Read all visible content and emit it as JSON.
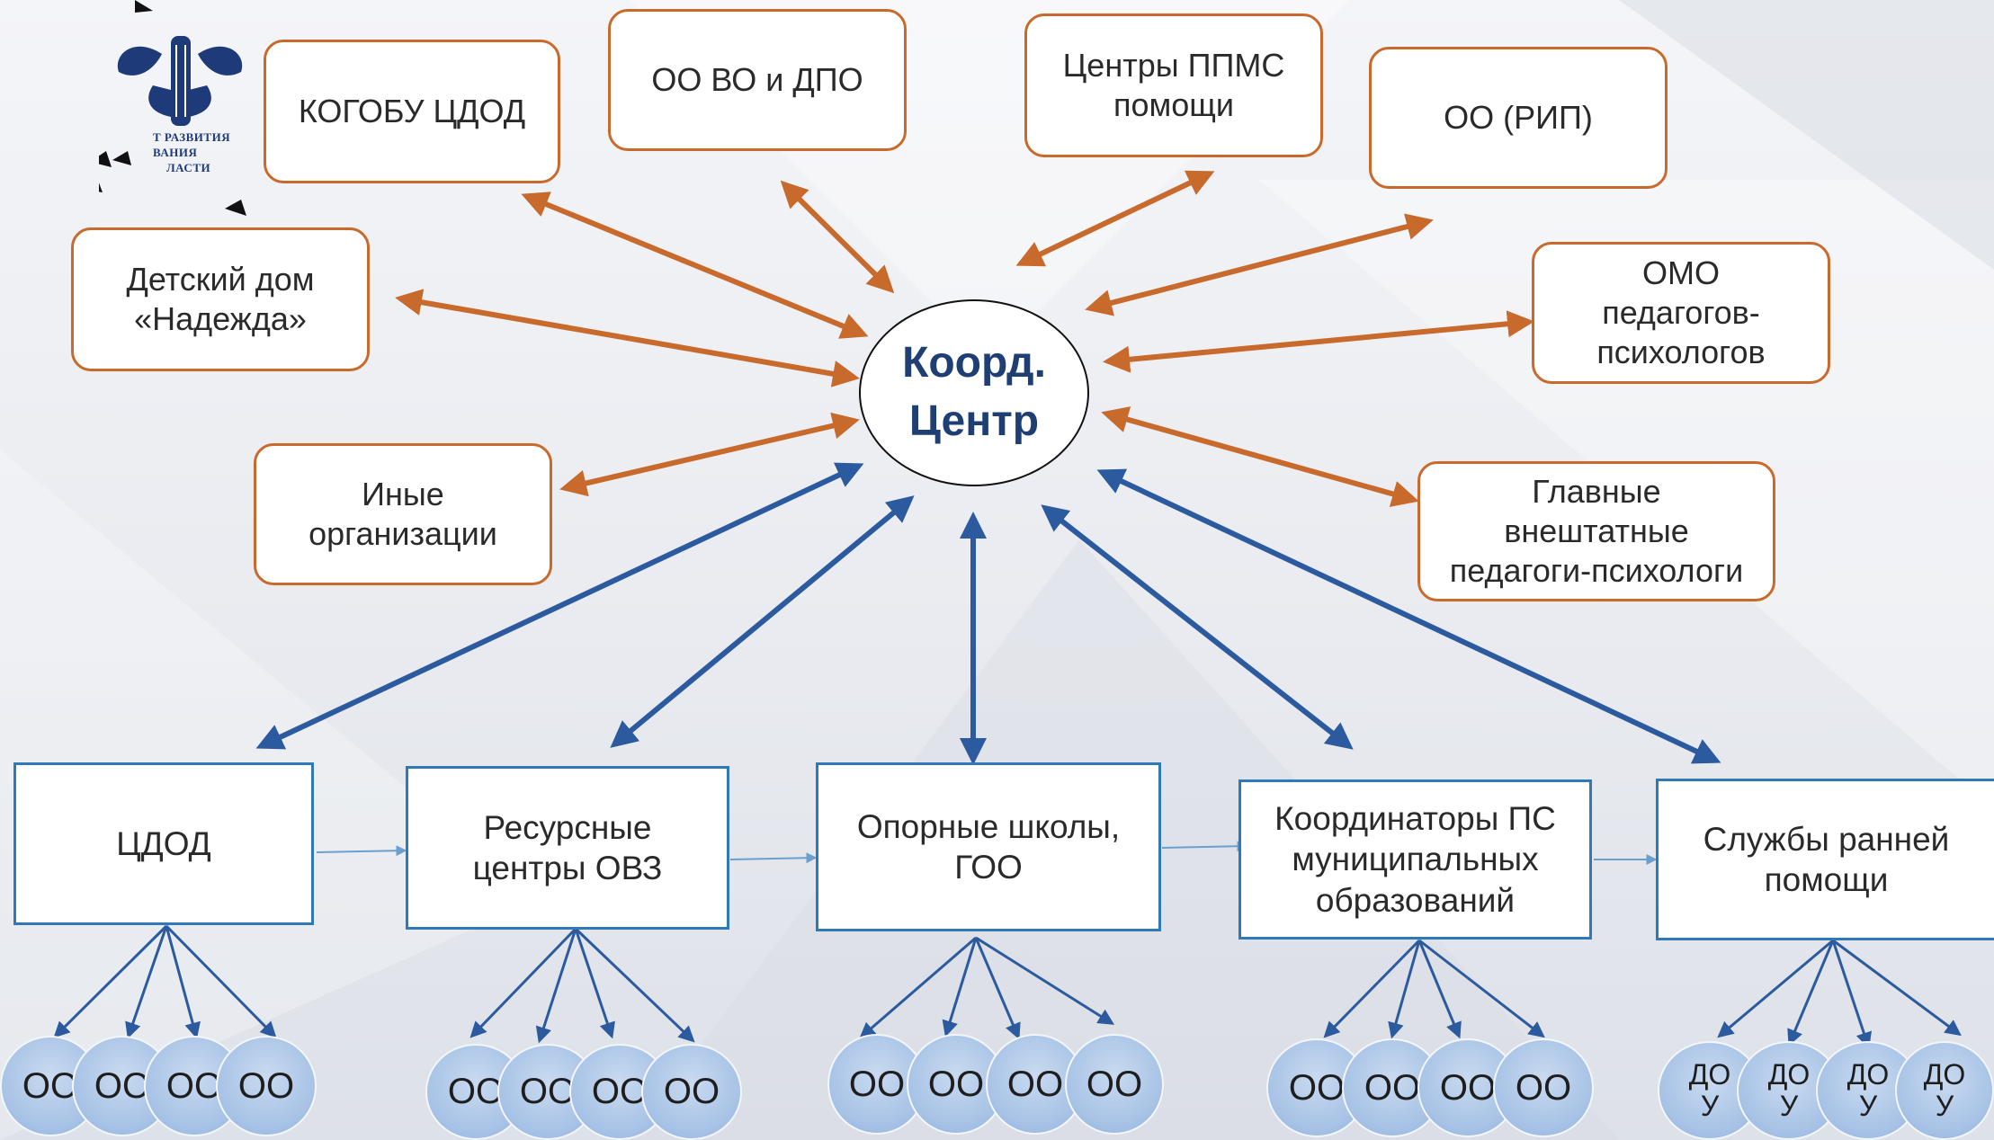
{
  "center": {
    "line1": "Коорд.",
    "line2": "Центр"
  },
  "orange_boxes": [
    {
      "line1": "КОГОБУ ЦДОД",
      "line2": ""
    },
    {
      "line1": "ОО ВО и ДПО",
      "line2": ""
    },
    {
      "line1": "Центры ППМС",
      "line2": "помощи"
    },
    {
      "line1": "ОО (РИП)",
      "line2": ""
    },
    {
      "line1": "Детский дом",
      "line2": "«Надежда»"
    },
    {
      "line1": "ОМО",
      "line2": "педагогов-",
      "line3": "психологов"
    },
    {
      "line1": "Иные",
      "line2": "организации"
    },
    {
      "line1": "Главные",
      "line2": "внештатные",
      "line3": "педагоги-психологи"
    }
  ],
  "blue_boxes": [
    {
      "line1": "ЦДОД",
      "line2": ""
    },
    {
      "line1": "Ресурсные",
      "line2": "центры ОВЗ"
    },
    {
      "line1": "Опорные школы,",
      "line2": "ГОО"
    },
    {
      "line1": "Координаторы ПС",
      "line2": "муниципальных",
      "line3": "образований"
    },
    {
      "line1": "Службы ранней",
      "line2": "помощи"
    }
  ],
  "leaf_label": "ОО",
  "dou_label": {
    "line1": "ДО",
    "line2": "У"
  },
  "logo": {
    "line1": "Т РАЗВИТИЯ",
    "line2": "ВАНИЯ",
    "line3": "ЛАСТИ"
  },
  "colors": {
    "orange": "#c86a2c",
    "blue": "#2f79b8",
    "arrow_blue": "#2b5a9e",
    "center_text": "#1f3f74"
  }
}
